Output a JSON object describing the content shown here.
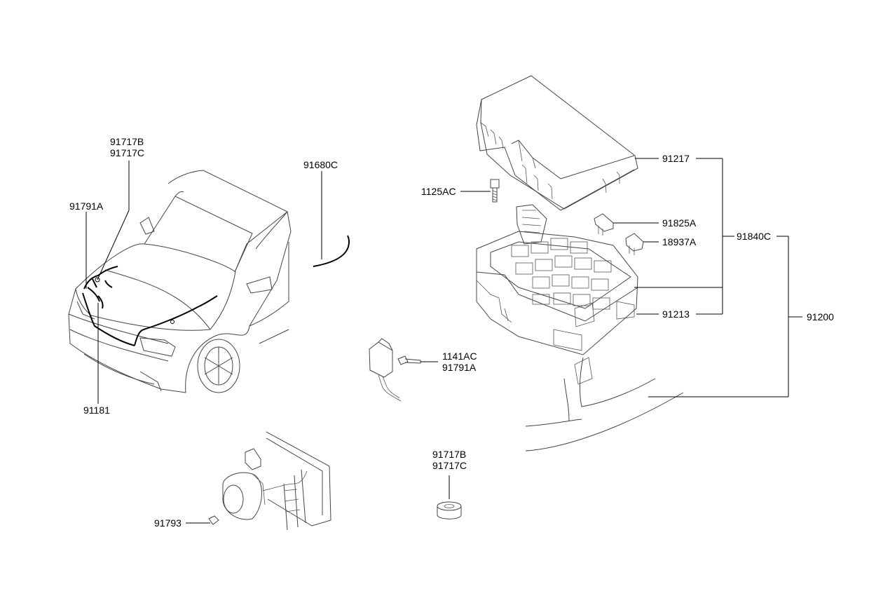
{
  "callouts": [
    {
      "id": "a",
      "text": "91717B"
    },
    {
      "id": "b",
      "text": "91717C"
    },
    {
      "id": "c",
      "text": "91791A"
    },
    {
      "id": "d",
      "text": "91181"
    },
    {
      "id": "e",
      "text": "91680C"
    },
    {
      "id": "f",
      "text": "1125AC"
    },
    {
      "id": "g",
      "text": "91217"
    },
    {
      "id": "h",
      "text": "91825A"
    },
    {
      "id": "i",
      "text": "18937A"
    },
    {
      "id": "j",
      "text": "91840C"
    },
    {
      "id": "k",
      "text": "91213"
    },
    {
      "id": "l",
      "text": "91200"
    },
    {
      "id": "m",
      "text": "1141AC"
    },
    {
      "id": "n",
      "text": "91791A"
    },
    {
      "id": "o",
      "text": "91717B"
    },
    {
      "id": "p",
      "text": "91717C"
    },
    {
      "id": "q",
      "text": "91793"
    }
  ]
}
